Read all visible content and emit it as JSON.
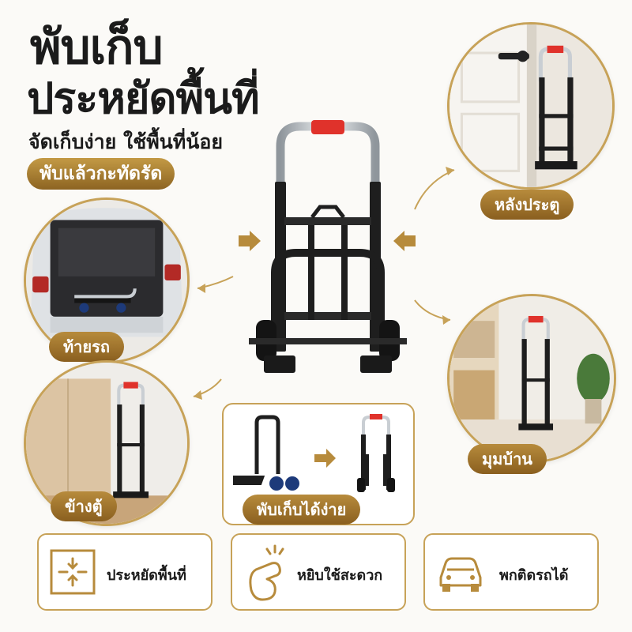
{
  "headline": {
    "line1": "พับเก็บ",
    "line2": "ประหยัดพื้นที่",
    "subtitle": "จัดเก็บง่าย ใช้พื้นที่น้อย",
    "pill": "พับแล้วกะทัดรัด"
  },
  "scenes": {
    "door": "หลังประตู",
    "trunk": "ท้ายรถ",
    "corner": "มุมบ้าน",
    "cabinet": "ข้างตู้",
    "fold": "พับเก็บได้ง่าย"
  },
  "features": [
    {
      "icon": "compress-icon",
      "label": "ประหยัดพื้นที่"
    },
    {
      "icon": "hand-pinch-icon",
      "label": "หยิบใช้สะดวก"
    },
    {
      "icon": "car-icon",
      "label": "พกติดรถได้"
    }
  ],
  "colors": {
    "gold": "#b78b3c",
    "frame": "#1e1e1e",
    "handle_grip": "#e0322b",
    "chrome": "#c9ced3"
  }
}
